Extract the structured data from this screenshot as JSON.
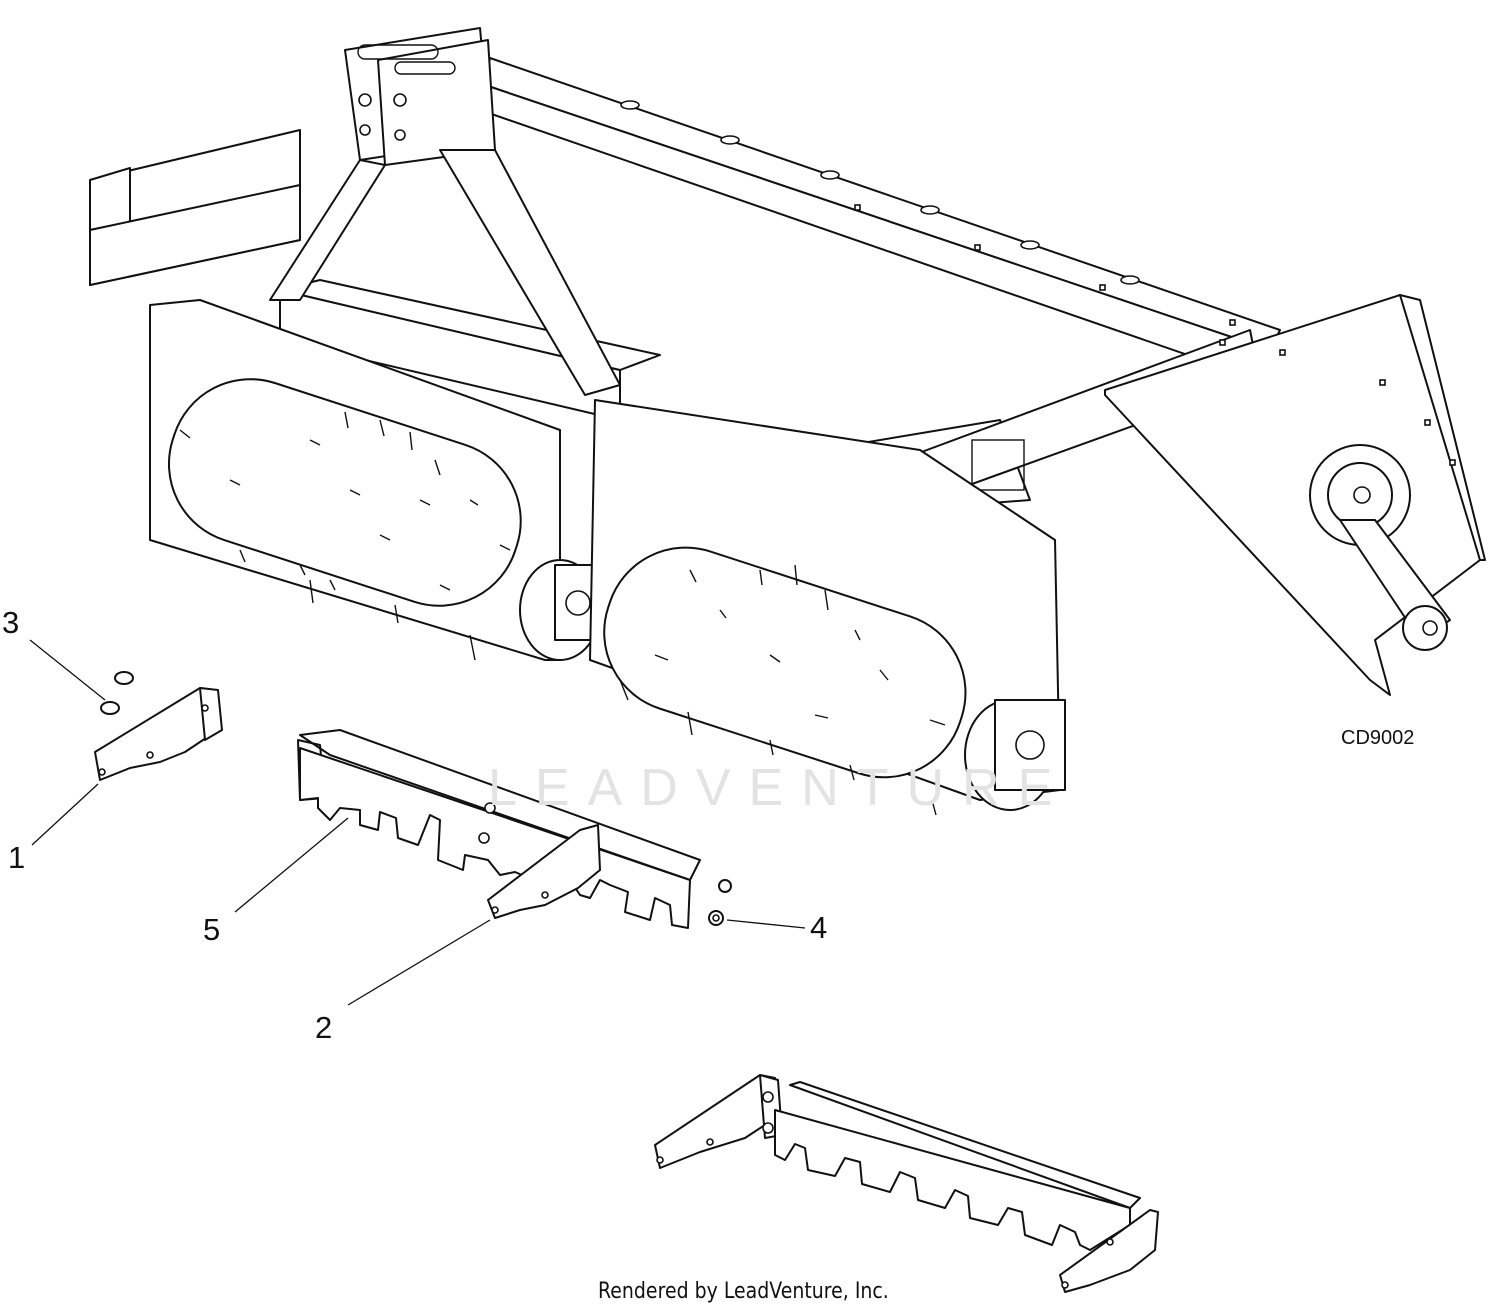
{
  "diagram": {
    "drawing_code": "CD9002",
    "watermark": "LEADVENTURE",
    "footer": "Rendered by LeadVenture, Inc.",
    "callouts": [
      {
        "id": "3",
        "label": "3"
      },
      {
        "id": "1",
        "label": "1"
      },
      {
        "id": "5",
        "label": "5"
      },
      {
        "id": "4",
        "label": "4"
      },
      {
        "id": "2",
        "label": "2"
      }
    ]
  }
}
